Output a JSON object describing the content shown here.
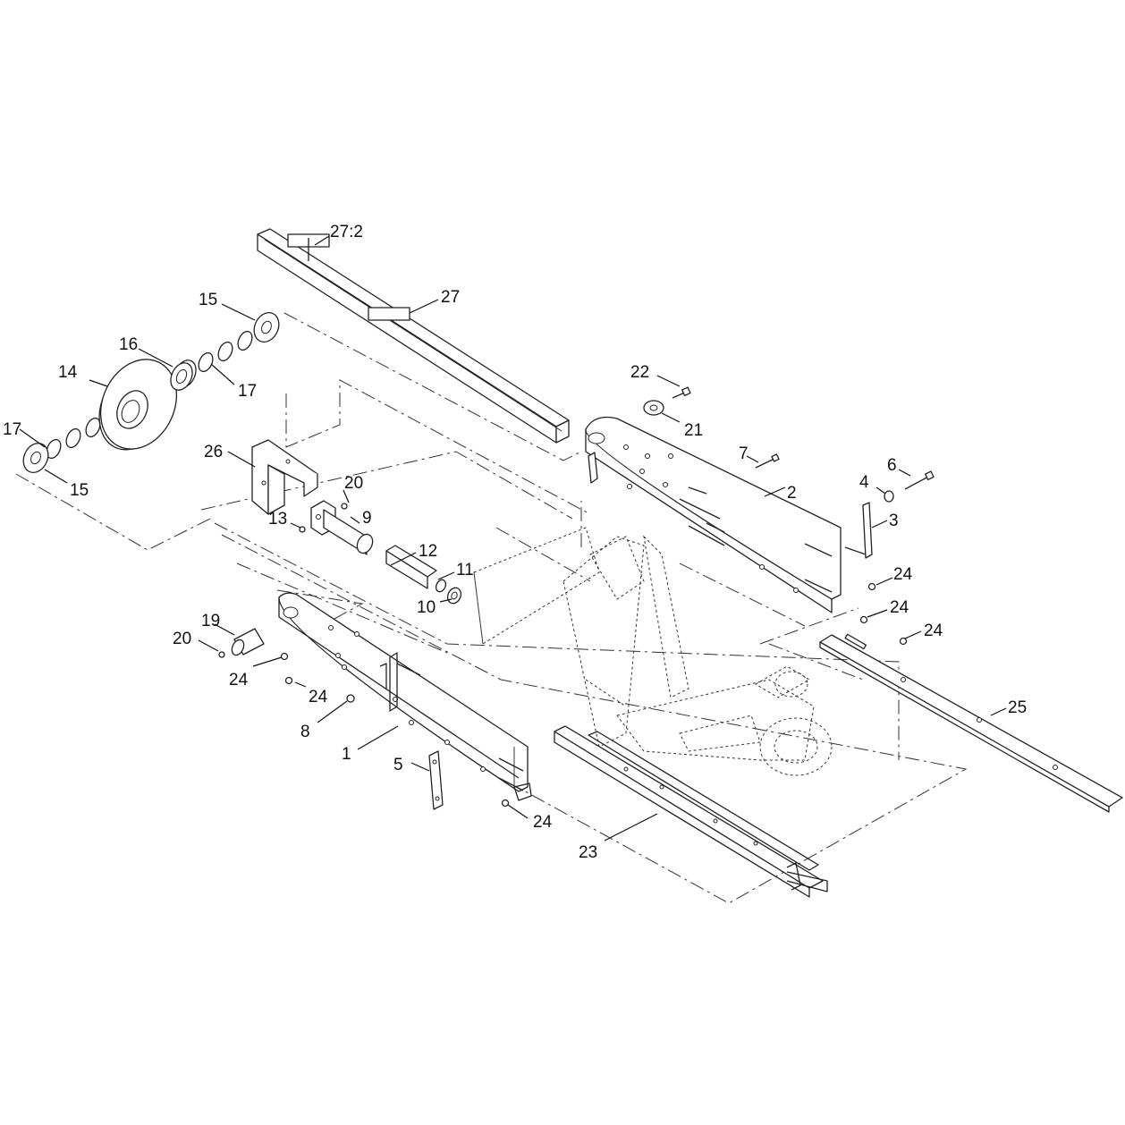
{
  "callouts": {
    "c1": "1",
    "c2": "2",
    "c3": "3",
    "c4": "4",
    "c5": "5",
    "c6": "6",
    "c7": "7",
    "c8": "8",
    "c9": "9",
    "c10": "10",
    "c11": "11",
    "c12": "12",
    "c13": "13",
    "c14": "14",
    "c15a": "15",
    "c15b": "15",
    "c16": "16",
    "c17a": "17",
    "c17b": "17",
    "c19": "19",
    "c20a": "20",
    "c20b": "20",
    "c21": "21",
    "c22": "22",
    "c23": "23",
    "c24a": "24",
    "c24b": "24",
    "c24c": "24",
    "c24d": "24",
    "c24e": "24",
    "c24f": "24",
    "c25": "25",
    "c26": "26",
    "c27": "27",
    "c27_2": "27:2"
  }
}
